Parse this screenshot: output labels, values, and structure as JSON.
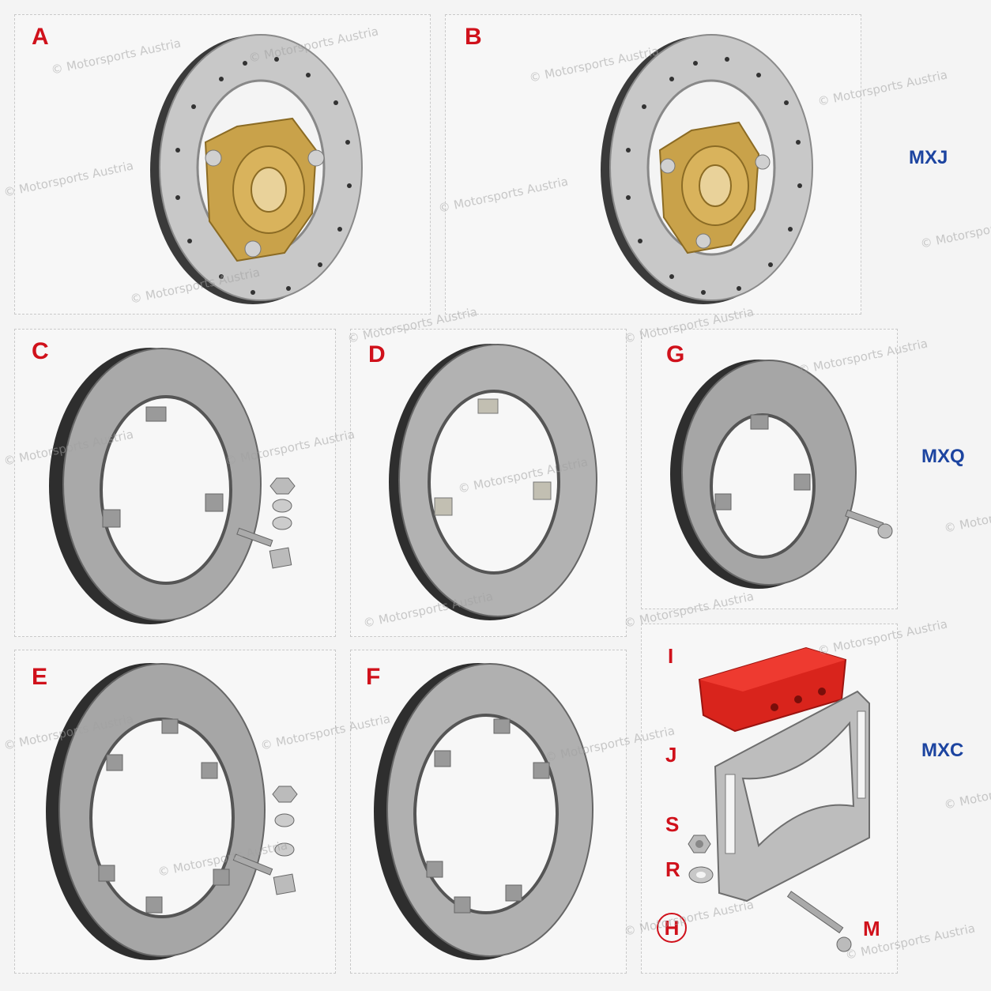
{
  "watermark": "© Motorsports Austria",
  "panels": {
    "A": "A",
    "B": "B",
    "C": "C",
    "D": "D",
    "E": "E",
    "F": "F",
    "G": "G"
  },
  "parts": {
    "I": "I",
    "J": "J",
    "S": "S",
    "R": "R",
    "H": "H",
    "M": "M"
  },
  "series": {
    "mxj": "MXJ",
    "mxq": "MXQ",
    "mxc": "MXC"
  },
  "colors": {
    "label_red": "#d0111b",
    "series_blue": "#1c44a0",
    "hub_gold": "#c9a24a",
    "bracket_red": "#d9241c"
  }
}
